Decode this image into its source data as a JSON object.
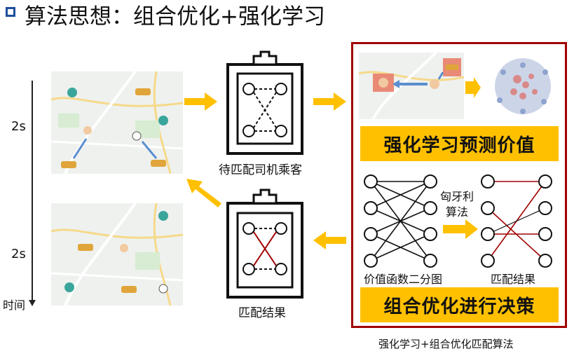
{
  "title": "算法思想：组合优化+强化学习",
  "timeline": {
    "tick_top": "2s",
    "tick_bottom": "2s",
    "axis_label": "时间"
  },
  "labels": {
    "pending": "待匹配司机乘客",
    "match_result_center": "匹配结果",
    "hungarian": "匈牙利\n算法",
    "value_bipartite": "价值函数二分图",
    "match_result_right": "匹配结果",
    "caption": "强化学习+组合优化匹配算法"
  },
  "banners": {
    "rl": "强化学习预测价值",
    "co": "组合优化进行决策"
  },
  "colors": {
    "accent": "#ffc000",
    "frame": "#a00000",
    "arrow": "#ffc000",
    "title_bullet": "#1f4e9a"
  }
}
